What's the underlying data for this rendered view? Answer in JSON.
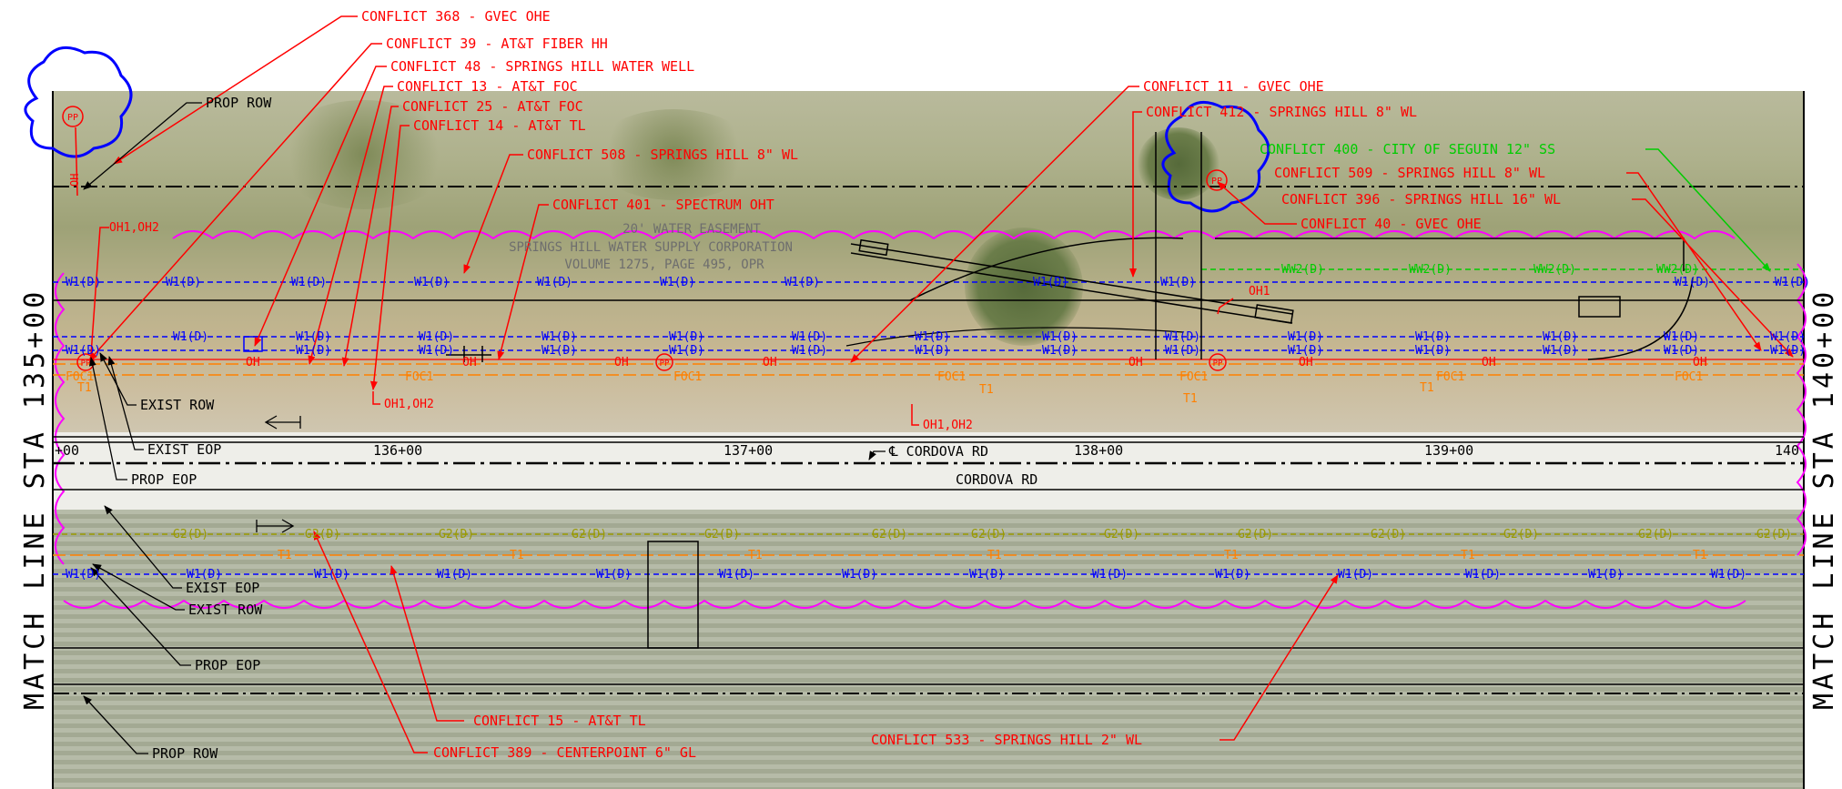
{
  "conflicts": {
    "c368": "CONFLICT 368 - GVEC OHE",
    "c39": "CONFLICT 39 -  AT&T FIBER HH",
    "c48": "CONFLICT 48 - SPRINGS HILL WATER WELL",
    "c13": "CONFLICT 13 - AT&T FOC",
    "c25": "CONFLICT 25 - AT&T FOC",
    "c14": "CONFLICT 14 - AT&T TL",
    "c508": "CONFLICT 508 - SPRINGS HILL 8\" WL",
    "c401": "CONFLICT 401 - SPECTRUM OHT",
    "c11": "CONFLICT 11 - GVEC OHE",
    "c412": "CONFLICT 412 - SPRINGS HILL 8\" WL",
    "c400": "CONFLICT 400 -  CITY OF SEGUIN 12\" SS",
    "c509": "CONFLICT 509 - SPRINGS HILL 8\" WL",
    "c396": "CONFLICT 396 - SPRINGS HILL 16\" WL",
    "c40": "CONFLICT 40 - GVEC OHE",
    "c15": "CONFLICT 15 - AT&T TL",
    "c389": "CONFLICT 389 - CENTERPOINT 6\" GL",
    "c533": "CONFLICT 533 - SPRINGS HILL 2\" WL"
  },
  "callouts": {
    "prop_row": "PROP ROW",
    "exist_row": "EXIST ROW",
    "exist_eop": "EXIST EOP",
    "prop_eop": "PROP EOP"
  },
  "easement": {
    "line1": "20' WATER EASEMENT",
    "line2": "SPRINGS HILL WATER SUPPLY CORPORATION",
    "line3": "VOLUME 1275, PAGE 495, OPR"
  },
  "utility_labels": {
    "water": "W1(D)",
    "water2": "WW2(D)",
    "gas": "G2(D)",
    "telephone": "T1",
    "fiber": "FOC1",
    "overhead": "OH",
    "oh1": "OH1",
    "oh1_oh2": "OH1,OH2",
    "oh1_short": "OH",
    "pole": "PP"
  },
  "stations": {
    "s135": "+00",
    "s136": "136+00",
    "s137": "137+00",
    "s138": "138+00",
    "s139": "139+00",
    "s140": "140"
  },
  "road": {
    "centerline": "℄ CORDOVA RD",
    "name": "CORDOVA RD"
  },
  "matchlines": {
    "left": "MATCH LINE STA 135+00",
    "right": "MATCH LINE STA 140+00"
  },
  "colors": {
    "conflict": "#ff0000",
    "water": "#0000ff",
    "sewer": "#00cc00",
    "gas": "#9a9a00",
    "telecom": "#ff8000",
    "row_cloud": "#ff00ff",
    "tree_cloud": "#0000ff",
    "linework": "#000000"
  }
}
